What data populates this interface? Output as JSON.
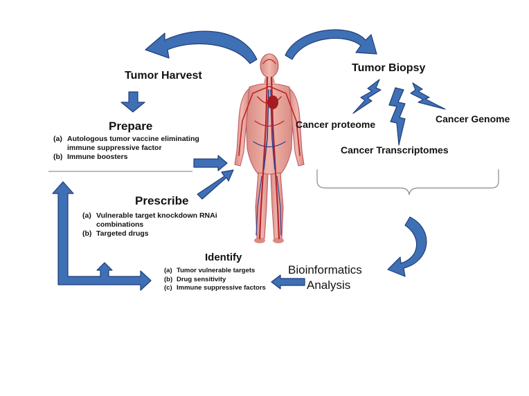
{
  "tumor_harvest": "Tumor Harvest",
  "tumor_biopsy": "Tumor Biopsy",
  "cancer_proteome": "Cancer proteome",
  "cancer_genome": "Cancer Genome",
  "cancer_transcriptomes": "Cancer Transcriptomes",
  "bioinformatics_line1": "Bioinformatics",
  "bioinformatics_line2": "Analysis",
  "prepare": {
    "title": "Prepare",
    "items": [
      {
        "marker": "(a)",
        "line1": "Autologous tumor vaccine eliminating",
        "line2": "immune suppressive factor"
      },
      {
        "marker": "(b)",
        "line1": "Immune boosters"
      }
    ]
  },
  "prescribe": {
    "title": "Prescribe",
    "items": [
      {
        "marker": "(a)",
        "line1": "Vulnerable target knockdown RNAi",
        "line2": "combinations"
      },
      {
        "marker": "(b)",
        "line1": "Targeted drugs"
      }
    ]
  },
  "identify": {
    "title": "Identify",
    "items": [
      {
        "marker": "(a)",
        "line1": "Tumor vulnerable targets"
      },
      {
        "marker": "(b)",
        "line1": "Drug sensitivity"
      },
      {
        "marker": "(c)",
        "line1": "Immune suppressive factors"
      }
    ]
  },
  "colors": {
    "arrow_fill": "#3f6fb5",
    "arrow_stroke": "#1f3f78",
    "body_fill": "#e8a59c",
    "vessel_red": "#b8242a",
    "vessel_blue": "#2e3f8f"
  }
}
